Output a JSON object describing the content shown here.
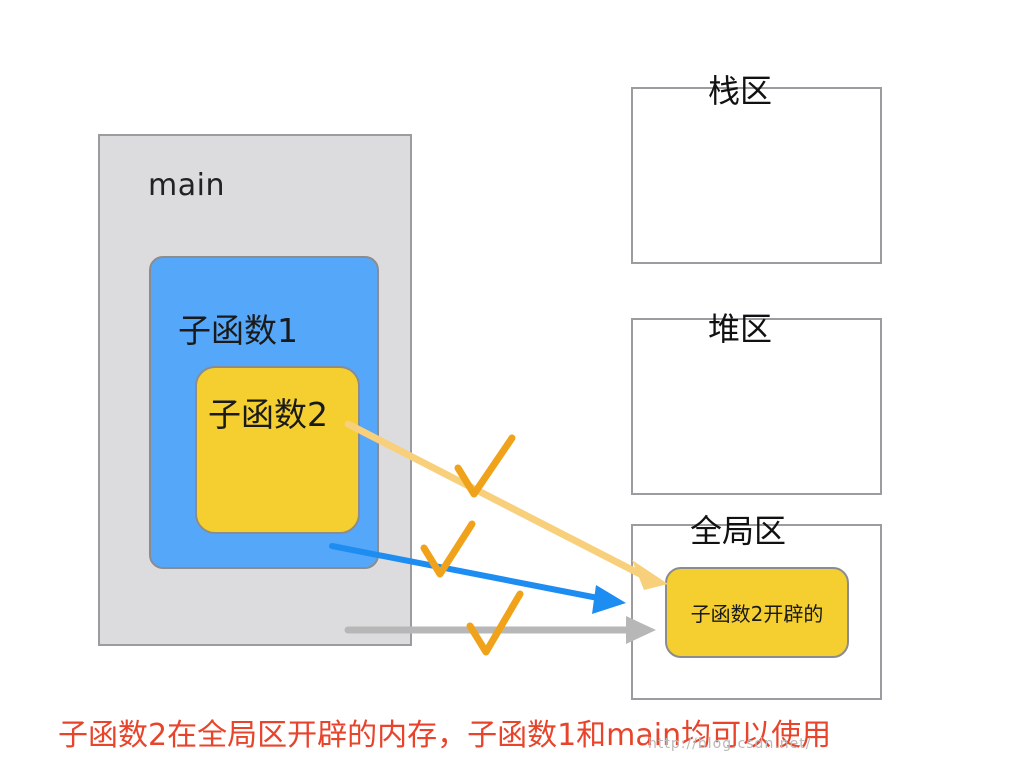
{
  "diagram": {
    "main_label": "main",
    "sub1_label": "子函数1",
    "sub2_label": "子函数2",
    "stack_label": "栈区",
    "heap_label": "堆区",
    "global_label": "全局区",
    "alloc_label": "子函数2开辟的",
    "caption": "子函数2在全局区开辟的内存，子函数1和main均可以使用",
    "watermark": "http://blog.csdn.net/"
  },
  "colors": {
    "main_bg": "#dcdcdf",
    "sub1_bg": "#55a7f9",
    "sub2_bg": "#f4cf2f",
    "arrow_sub2": "#f8cf7a",
    "arrow_sub1": "#1e8df2",
    "arrow_main": "#b7b7b7",
    "check_mark": "#f0a21a",
    "caption_text": "#e8442c"
  },
  "icons": {
    "arrow_from_sub2": "arrow-icon",
    "arrow_from_sub1": "arrow-icon",
    "arrow_from_main": "arrow-icon",
    "check": "check-icon"
  }
}
